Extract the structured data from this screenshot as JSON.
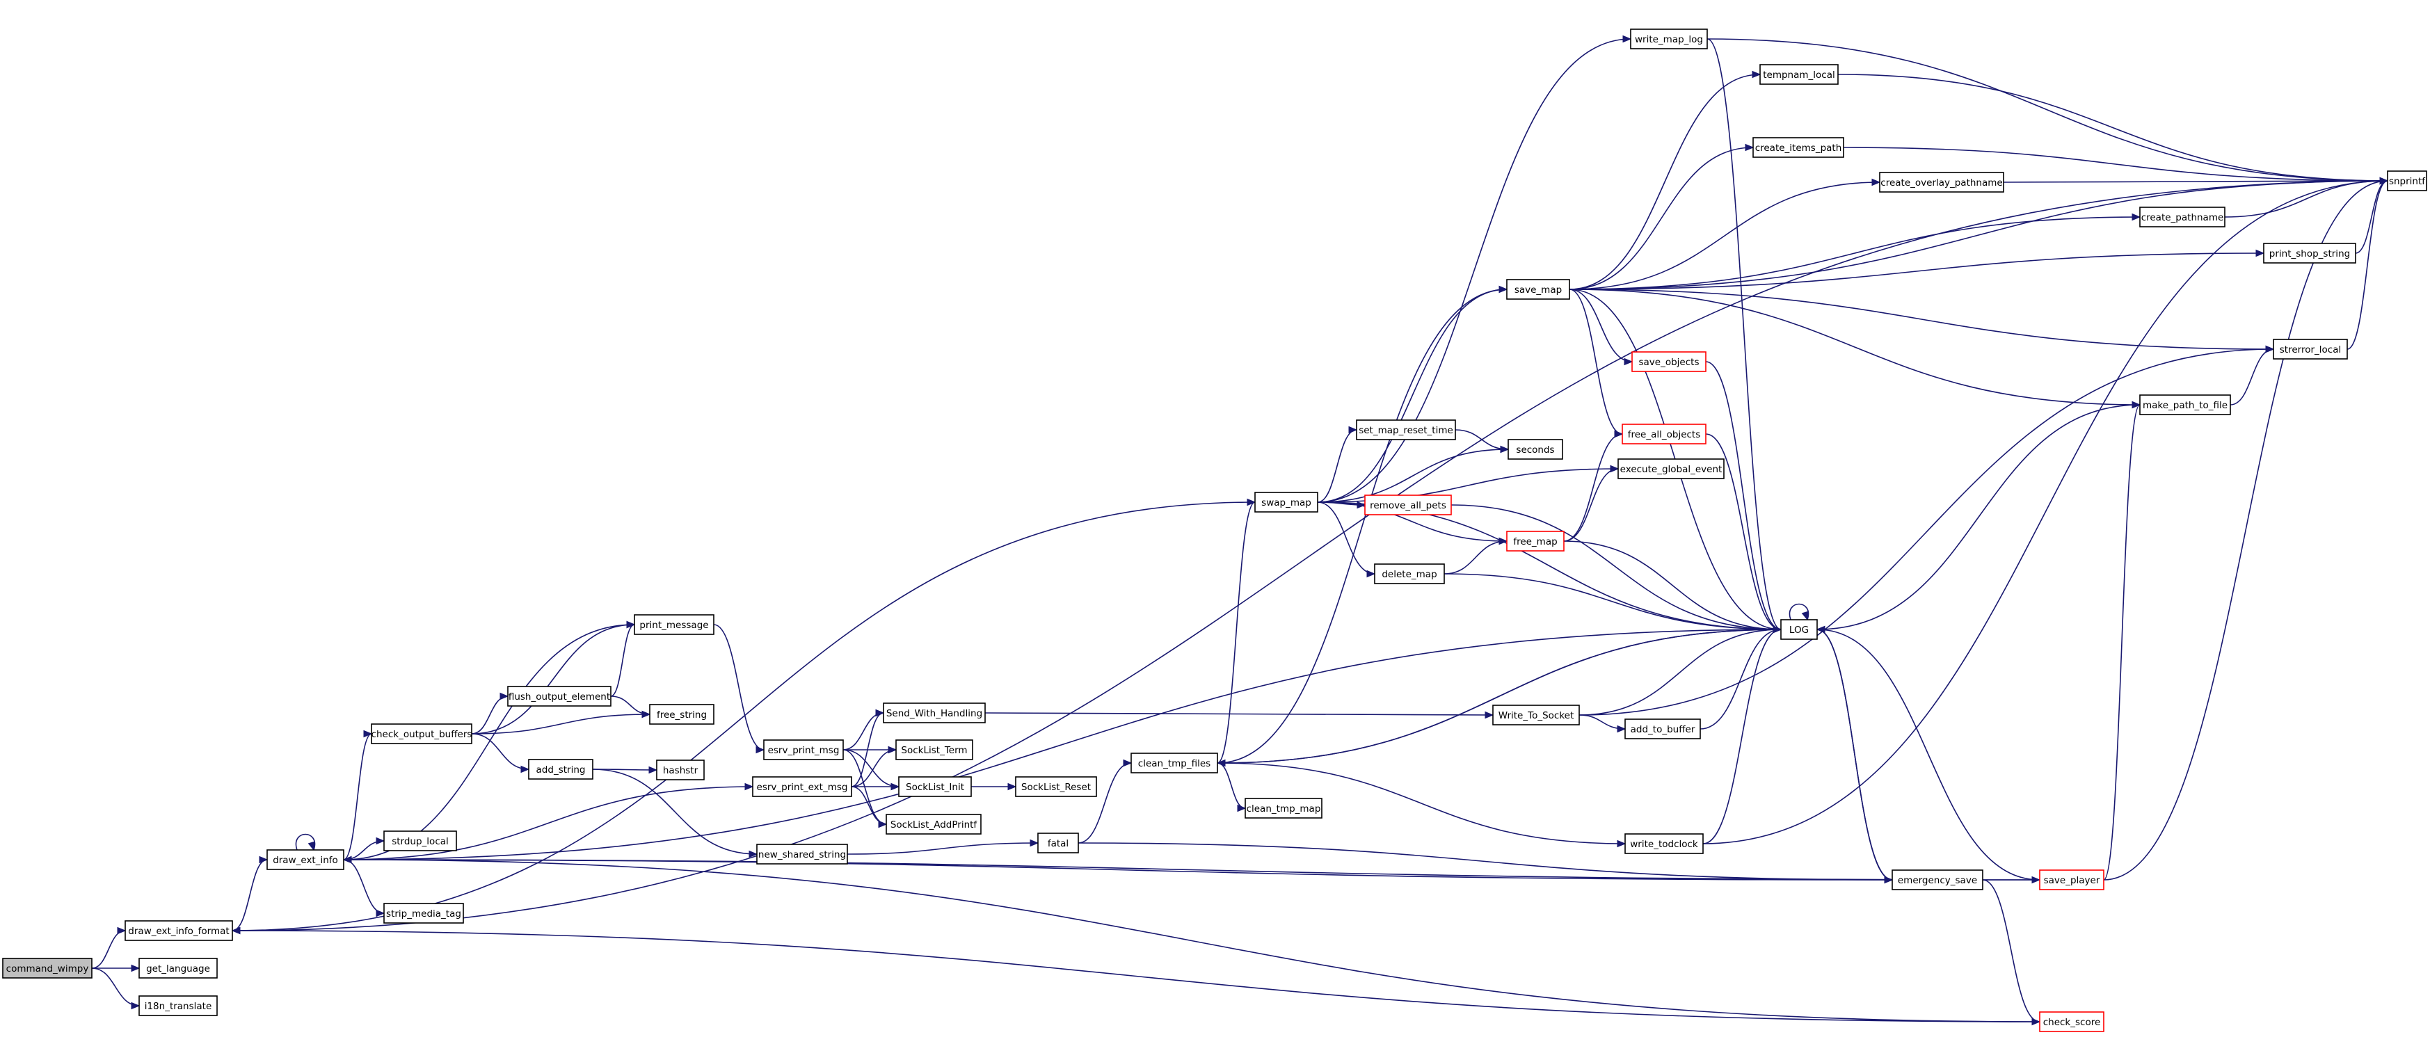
{
  "diagram": {
    "nodes": [
      {
        "id": "command_wimpy",
        "label": "command_wimpy",
        "style": "root"
      },
      {
        "id": "draw_ext_info_format",
        "label": "draw_ext_info_format"
      },
      {
        "id": "get_language",
        "label": "get_language"
      },
      {
        "id": "i18n_translate",
        "label": "i18n_translate"
      },
      {
        "id": "draw_ext_info",
        "label": "draw_ext_info"
      },
      {
        "id": "strdup_local",
        "label": "strdup_local"
      },
      {
        "id": "strip_media_tag",
        "label": "strip_media_tag"
      },
      {
        "id": "check_output_buffers",
        "label": "check_output_buffers"
      },
      {
        "id": "print_message",
        "label": "print_message"
      },
      {
        "id": "flush_output_element",
        "label": "flush_output_element"
      },
      {
        "id": "free_string",
        "label": "free_string"
      },
      {
        "id": "add_string",
        "label": "add_string"
      },
      {
        "id": "hashstr",
        "label": "hashstr"
      },
      {
        "id": "new_shared_string",
        "label": "new_shared_string"
      },
      {
        "id": "esrv_print_msg",
        "label": "esrv_print_msg"
      },
      {
        "id": "esrv_print_ext_msg",
        "label": "esrv_print_ext_msg"
      },
      {
        "id": "Send_With_Handling",
        "label": "Send_With_Handling"
      },
      {
        "id": "SockList_Term",
        "label": "SockList_Term"
      },
      {
        "id": "SockList_Init",
        "label": "SockList_Init"
      },
      {
        "id": "SockList_AddPrintf",
        "label": "SockList_AddPrintf"
      },
      {
        "id": "SockList_Reset",
        "label": "SockList_Reset"
      },
      {
        "id": "fatal",
        "label": "fatal"
      },
      {
        "id": "clean_tmp_files",
        "label": "clean_tmp_files"
      },
      {
        "id": "clean_tmp_map",
        "label": "clean_tmp_map"
      },
      {
        "id": "swap_map",
        "label": "swap_map"
      },
      {
        "id": "set_map_reset_time",
        "label": "set_map_reset_time"
      },
      {
        "id": "seconds",
        "label": "seconds"
      },
      {
        "id": "remove_all_pets",
        "label": "remove_all_pets",
        "style": "truncated"
      },
      {
        "id": "delete_map",
        "label": "delete_map"
      },
      {
        "id": "free_map",
        "label": "free_map",
        "style": "truncated"
      },
      {
        "id": "free_all_objects",
        "label": "free_all_objects",
        "style": "truncated"
      },
      {
        "id": "execute_global_event",
        "label": "execute_global_event"
      },
      {
        "id": "save_map",
        "label": "save_map"
      },
      {
        "id": "save_objects",
        "label": "save_objects",
        "style": "truncated"
      },
      {
        "id": "write_map_log",
        "label": "write_map_log"
      },
      {
        "id": "tempnam_local",
        "label": "tempnam_local"
      },
      {
        "id": "create_items_path",
        "label": "create_items_path"
      },
      {
        "id": "create_overlay_pathname",
        "label": "create_overlay_pathname"
      },
      {
        "id": "create_pathname",
        "label": "create_pathname"
      },
      {
        "id": "print_shop_string",
        "label": "print_shop_string"
      },
      {
        "id": "strerror_local",
        "label": "strerror_local"
      },
      {
        "id": "make_path_to_file",
        "label": "make_path_to_file"
      },
      {
        "id": "snprintf",
        "label": "snprintf"
      },
      {
        "id": "LOG",
        "label": "LOG"
      },
      {
        "id": "Write_To_Socket",
        "label": "Write_To_Socket"
      },
      {
        "id": "add_to_buffer",
        "label": "add_to_buffer"
      },
      {
        "id": "write_todclock",
        "label": "write_todclock"
      },
      {
        "id": "emergency_save",
        "label": "emergency_save"
      },
      {
        "id": "save_player",
        "label": "save_player",
        "style": "truncated"
      },
      {
        "id": "check_score",
        "label": "check_score",
        "style": "truncated"
      }
    ],
    "edges": [
      [
        "command_wimpy",
        "draw_ext_info_format"
      ],
      [
        "command_wimpy",
        "get_language"
      ],
      [
        "command_wimpy",
        "i18n_translate"
      ],
      [
        "draw_ext_info_format",
        "draw_ext_info"
      ],
      [
        "draw_ext_info_format",
        "snprintf"
      ],
      [
        "draw_ext_info",
        "draw_ext_info"
      ],
      [
        "draw_ext_info",
        "strdup_local"
      ],
      [
        "draw_ext_info",
        "strip_media_tag"
      ],
      [
        "draw_ext_info",
        "check_output_buffers"
      ],
      [
        "draw_ext_info",
        "print_message"
      ],
      [
        "draw_ext_info",
        "esrv_print_ext_msg"
      ],
      [
        "draw_ext_info",
        "LOG"
      ],
      [
        "check_output_buffers",
        "flush_output_element"
      ],
      [
        "check_output_buffers",
        "print_message"
      ],
      [
        "check_output_buffers",
        "free_string"
      ],
      [
        "check_output_buffers",
        "add_string"
      ],
      [
        "flush_output_element",
        "print_message"
      ],
      [
        "flush_output_element",
        "free_string"
      ],
      [
        "print_message",
        "esrv_print_msg"
      ],
      [
        "add_string",
        "hashstr"
      ],
      [
        "add_string",
        "new_shared_string"
      ],
      [
        "new_shared_string",
        "fatal"
      ],
      [
        "esrv_print_msg",
        "Send_With_Handling"
      ],
      [
        "esrv_print_msg",
        "SockList_Term"
      ],
      [
        "esrv_print_msg",
        "SockList_Init"
      ],
      [
        "esrv_print_msg",
        "SockList_AddPrintf"
      ],
      [
        "esrv_print_ext_msg",
        "Send_With_Handling"
      ],
      [
        "esrv_print_ext_msg",
        "SockList_Term"
      ],
      [
        "esrv_print_ext_msg",
        "SockList_Init"
      ],
      [
        "esrv_print_ext_msg",
        "SockList_AddPrintf"
      ],
      [
        "SockList_Init",
        "SockList_Reset"
      ],
      [
        "Send_With_Handling",
        "Write_To_Socket"
      ],
      [
        "fatal",
        "clean_tmp_files"
      ],
      [
        "fatal",
        "emergency_save"
      ],
      [
        "clean_tmp_files",
        "swap_map"
      ],
      [
        "clean_tmp_files",
        "clean_tmp_map"
      ],
      [
        "clean_tmp_files",
        "write_todclock"
      ],
      [
        "clean_tmp_files",
        "save_map"
      ],
      [
        "clean_tmp_files",
        "LOG"
      ],
      [
        "swap_map",
        "set_map_reset_time"
      ],
      [
        "swap_map",
        "seconds"
      ],
      [
        "swap_map",
        "remove_all_pets"
      ],
      [
        "swap_map",
        "free_map"
      ],
      [
        "swap_map",
        "delete_map"
      ],
      [
        "swap_map",
        "save_map"
      ],
      [
        "swap_map",
        "execute_global_event"
      ],
      [
        "swap_map",
        "write_map_log"
      ],
      [
        "swap_map",
        "LOG"
      ],
      [
        "swap_map",
        "draw_ext_info_format"
      ],
      [
        "set_map_reset_time",
        "seconds"
      ],
      [
        "remove_all_pets",
        "LOG"
      ],
      [
        "delete_map",
        "free_map"
      ],
      [
        "delete_map",
        "LOG"
      ],
      [
        "free_map",
        "free_all_objects"
      ],
      [
        "free_map",
        "execute_global_event"
      ],
      [
        "free_map",
        "LOG"
      ],
      [
        "save_map",
        "save_objects"
      ],
      [
        "save_map",
        "free_all_objects"
      ],
      [
        "save_map",
        "LOG"
      ],
      [
        "save_map",
        "tempnam_local"
      ],
      [
        "save_map",
        "create_items_path"
      ],
      [
        "save_map",
        "create_overlay_pathname"
      ],
      [
        "save_map",
        "create_pathname"
      ],
      [
        "save_map",
        "print_shop_string"
      ],
      [
        "save_map",
        "strerror_local"
      ],
      [
        "save_map",
        "make_path_to_file"
      ],
      [
        "save_map",
        "snprintf"
      ],
      [
        "save_objects",
        "LOG"
      ],
      [
        "free_all_objects",
        "LOG"
      ],
      [
        "write_map_log",
        "snprintf"
      ],
      [
        "write_map_log",
        "LOG"
      ],
      [
        "tempnam_local",
        "snprintf"
      ],
      [
        "create_items_path",
        "snprintf"
      ],
      [
        "create_overlay_pathname",
        "snprintf"
      ],
      [
        "create_pathname",
        "snprintf"
      ],
      [
        "print_shop_string",
        "snprintf"
      ],
      [
        "strerror_local",
        "snprintf"
      ],
      [
        "make_path_to_file",
        "strerror_local"
      ],
      [
        "make_path_to_file",
        "LOG"
      ],
      [
        "LOG",
        "LOG"
      ],
      [
        "LOG",
        "emergency_save"
      ],
      [
        "LOG",
        "clean_tmp_files"
      ],
      [
        "Write_To_Socket",
        "add_to_buffer"
      ],
      [
        "Write_To_Socket",
        "LOG"
      ],
      [
        "Write_To_Socket",
        "strerror_local"
      ],
      [
        "add_to_buffer",
        "LOG"
      ],
      [
        "write_todclock",
        "snprintf"
      ],
      [
        "write_todclock",
        "LOG"
      ],
      [
        "emergency_save",
        "save_player"
      ],
      [
        "emergency_save",
        "check_score"
      ],
      [
        "emergency_save",
        "LOG"
      ],
      [
        "emergency_save",
        "draw_ext_info"
      ],
      [
        "save_player",
        "make_path_to_file"
      ],
      [
        "save_player",
        "LOG"
      ],
      [
        "save_player",
        "snprintf"
      ],
      [
        "save_player",
        "draw_ext_info"
      ],
      [
        "check_score",
        "draw_ext_info"
      ],
      [
        "check_score",
        "draw_ext_info_format"
      ]
    ]
  }
}
